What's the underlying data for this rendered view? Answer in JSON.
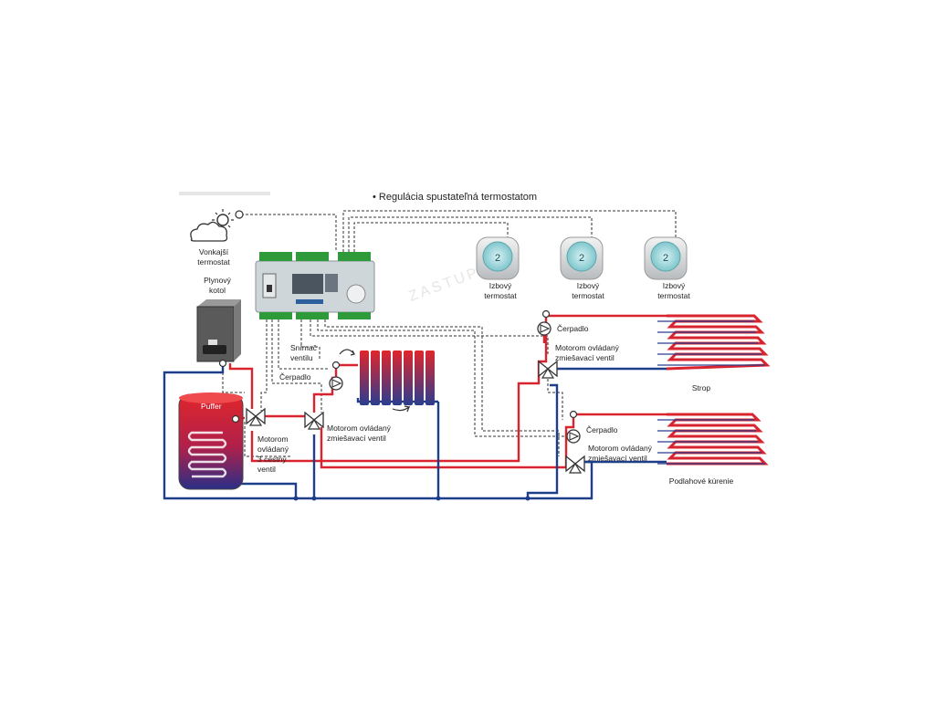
{
  "header": {
    "caption": "• Regulácia spustateľná termostatom"
  },
  "labels": {
    "outdoor_thermostat": [
      "Vonkajší",
      "termostat"
    ],
    "gas_boiler": [
      "Plynový",
      "kotol"
    ],
    "puffer": "Puffer",
    "valve_sensor": [
      "Snímač",
      "ventilu"
    ],
    "pump_left": "Čerpadlo",
    "mixing_valve_mid": [
      "Motorom ovládaný",
      "zmiešavací ventil"
    ],
    "three_way_valve": [
      "Motorom",
      "ovládaný",
      "3 cestný",
      "ventil"
    ],
    "room_thermostat": [
      "Izbový",
      "termostat"
    ],
    "pump_ceiling": "Čerpadlo",
    "mixing_valve_ceiling": [
      "Motorom ovládaný",
      "zmiešavací ventil"
    ],
    "ceiling": "Strop",
    "pump_floor": "Čerpadlo",
    "mixing_valve_floor": [
      "Motorom ovládaný",
      "zmiešavací ventil"
    ],
    "floor_heating": "Podlahové kúrenie"
  },
  "watermark": "ZASTUPCE",
  "colors": {
    "hot_pipe": "#d9232e",
    "cold_pipe": "#1e3e8a",
    "signal": "#333333",
    "controller": "#cfd6d9",
    "terminal": "#2f9a3a"
  }
}
